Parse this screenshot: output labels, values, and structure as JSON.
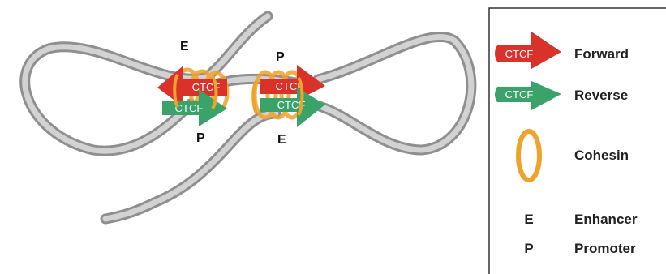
{
  "diagram": {
    "ctcf_label": "CTCF",
    "loop_labels": {
      "left_top": "E",
      "left_bottom": "P",
      "right_top": "P",
      "right_bottom": "E"
    }
  },
  "legend": {
    "items": [
      {
        "symbol": "CTCF",
        "label": "Forward"
      },
      {
        "symbol": "CTCF",
        "label": "Reverse"
      },
      {
        "symbol": "",
        "label": "Cohesin"
      },
      {
        "symbol": "E",
        "label": "Enhancer"
      },
      {
        "symbol": "P",
        "label": "Promoter"
      }
    ]
  },
  "colors": {
    "chromatin": "#8f8f8f",
    "chromatin_core": "#d2d2d2",
    "forward": "#d8322b",
    "reverse": "#3aa36a",
    "cohesin": "#f0a22a"
  }
}
